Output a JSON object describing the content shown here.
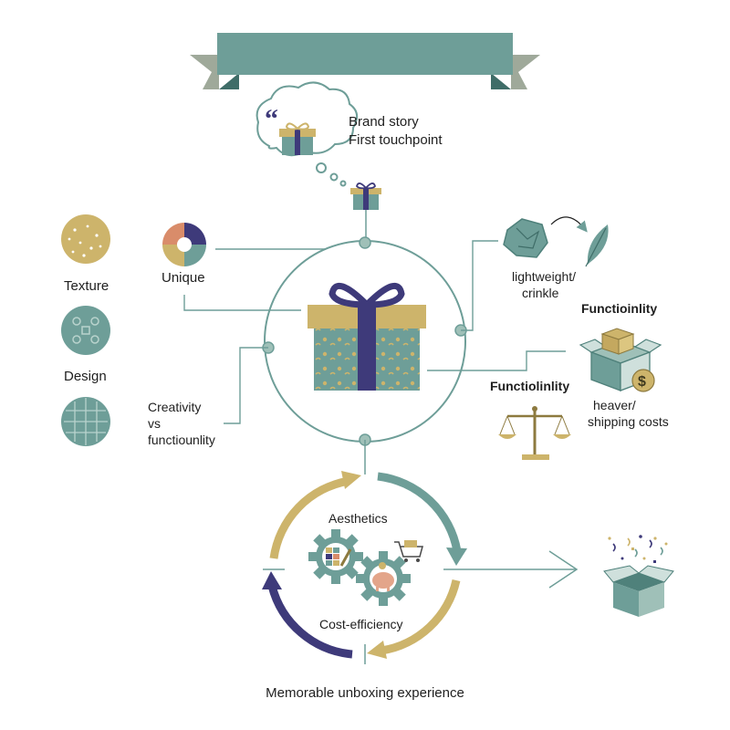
{
  "brand": {
    "line1": "Brand story",
    "line2": "First touchpoint"
  },
  "left": {
    "texture_label": "Texture",
    "design_label": "Design",
    "unique_label": "Unique",
    "creativity_line1": "Creativity",
    "creativity_line2": "vs",
    "creativity_line3": "functiounlity"
  },
  "right": {
    "lightweight_line1": "lightweight/",
    "lightweight_line2": "crinkle",
    "functionality_label_1": "Functioinlity",
    "functionality_label_2": "Functiolinlity",
    "heavier_line1": "heaver/",
    "heavier_line2": "shipping costs"
  },
  "cycle": {
    "aesthetics_label": "Aesthetics",
    "cost_label": "Cost-efficiency"
  },
  "footer": {
    "caption": "Memorable unboxing experience"
  },
  "colors": {
    "teal": "#6e9e98",
    "teal_dark": "#4f817b",
    "gold": "#cdb46b",
    "navy": "#3e3a7a",
    "ink": "#1f1f1f"
  }
}
